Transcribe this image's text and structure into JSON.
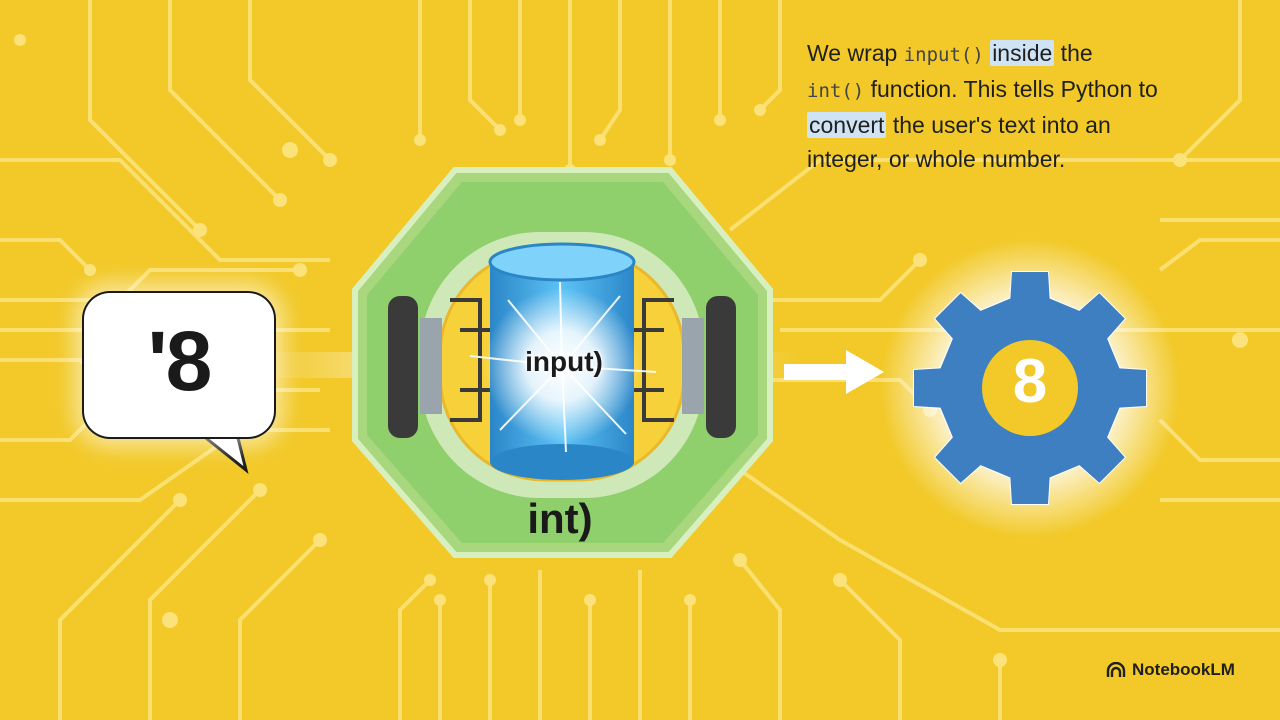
{
  "caption": {
    "t1": "We wrap ",
    "code1": "input()",
    "t2": " ",
    "hl1": "inside",
    "t3": " the",
    "code2": "int()",
    "t4": " function. This tells Python to ",
    "hl2": "convert",
    "t5": " the user's text into an integer, or whole number."
  },
  "bubble": {
    "text": "'8"
  },
  "converter": {
    "inner_label": "input)",
    "outer_label": "int)"
  },
  "gear": {
    "value": "8"
  },
  "brand": {
    "name": "NotebookLM"
  },
  "colors": {
    "background": "#f2c928",
    "circuit": "#fbe27a",
    "hexagon": "#8fcf6c",
    "cylinder": "#3aa6e8",
    "gear": "#3d7fc0"
  },
  "icons": [
    "speech-bubble-icon",
    "arrow-right-icon",
    "gear-icon",
    "notebooklm-logo-icon"
  ]
}
